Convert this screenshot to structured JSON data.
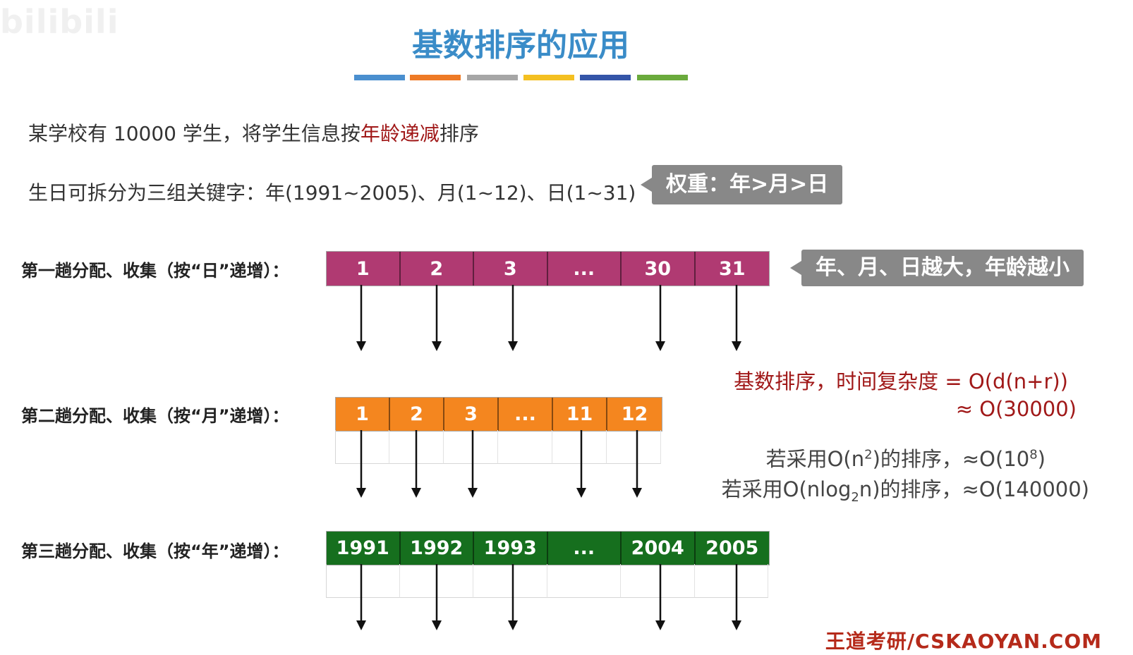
{
  "watermark": "bilibili",
  "title": "基数排序的应用",
  "deco_colors": [
    "#4a8fcf",
    "#ee7a26",
    "#a6a6a6",
    "#f4c021",
    "#3455a8",
    "#6aaa3c"
  ],
  "intro": {
    "prefix": "某学校有 10000 学生，将学生信息按",
    "highlight": "年龄递减",
    "suffix": "排序"
  },
  "birthday_line": "生日可拆分为三组关键字：年(1991~2005)、月(1~12)、日(1~31)",
  "weight_callout": "权重：年>月>日",
  "passes": [
    {
      "label": "第一趟分配、收集（按“日”递增）：",
      "color": "#b03a72",
      "cells": [
        "1",
        "2",
        "3",
        "...",
        "30",
        "31"
      ]
    },
    {
      "label": "第二趟分配、收集（按“月”递增）：",
      "color": "#f4861f",
      "cells": [
        "1",
        "2",
        "3",
        "...",
        "11",
        "12"
      ]
    },
    {
      "label": "第三趟分配、收集（按“年”递增）：",
      "color": "#166f1e",
      "cells": [
        "1991",
        "1992",
        "1993",
        "...",
        "2004",
        "2005"
      ]
    }
  ],
  "age_callout": "年、月、日越大，年龄越小",
  "complexity": {
    "line1": "基数排序，时间复杂度 = O(d(n+r))",
    "line2": "≈ O(30000)"
  },
  "alternatives": {
    "a1_pre": "若采用O(n",
    "a1_sup": "2",
    "a1_mid": ")的排序，≈O(10",
    "a1_sup2": "8",
    "a1_end": ")",
    "a2_pre": "若采用O(nlog",
    "a2_sub": "2",
    "a2_end": "n)的排序，≈O(140000)"
  },
  "footer": "王道考研/CSKAOYAN.COM"
}
